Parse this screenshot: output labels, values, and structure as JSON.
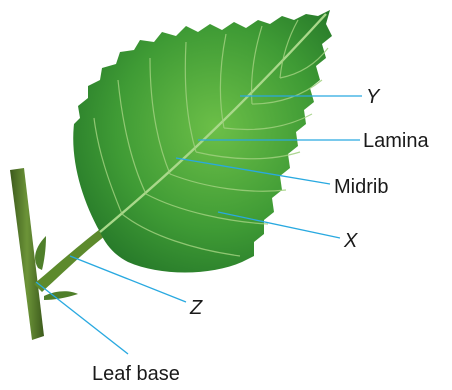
{
  "labels": {
    "y": "Y",
    "lamina": "Lamina",
    "midrib": "Midrib",
    "x": "X",
    "z": "Z",
    "leaf_base": "Leaf base"
  },
  "colors": {
    "leaf_light": "#6fbf4a",
    "leaf_mid": "#3e9a34",
    "leaf_dark": "#1f6e25",
    "vein": "#a9d88a",
    "stem": "#5a7f2e",
    "stem_dark": "#3c5a1c",
    "pointer": "#29a9e0"
  }
}
